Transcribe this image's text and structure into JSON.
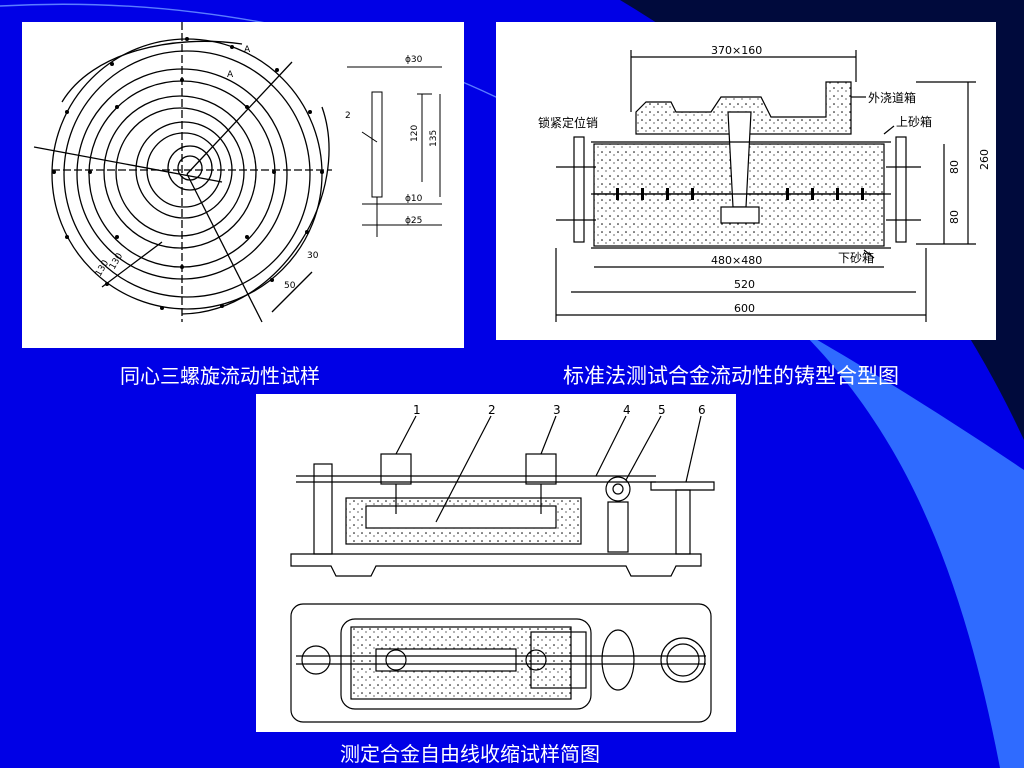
{
  "slide": {
    "background_color": "#0000e6",
    "accent_dark": "#000a3c",
    "accent_light": "#2f6bff"
  },
  "figure_spiral": {
    "caption": "同心三螺旋流动性试样",
    "labels": {
      "d30": "ϕ30",
      "part2": "2",
      "h120": "120",
      "h135": "135",
      "d10": "ϕ10",
      "d25": "ϕ25",
      "a50": "50",
      "b30": "30",
      "c130": "130",
      "d130": "130",
      "markA1": "A",
      "markA2": "A"
    }
  },
  "figure_mold": {
    "caption": "标准法测试合金流动性的铸型合型图",
    "labels": {
      "top_dim": "370×160",
      "outer_runner_box": "外浇道箱",
      "upper_flask": "上砂箱",
      "locking_pin": "锁紧定位销",
      "lower_flask": "下砂箱",
      "dim_480": "480×480",
      "dim_520": "520",
      "dim_600": "600",
      "dim_260": "260",
      "dim_80a": "80",
      "dim_80b": "80"
    }
  },
  "figure_shrink": {
    "caption": "测定合金自由线收缩试样简图",
    "parts": [
      "1",
      "2",
      "3",
      "4",
      "5",
      "6"
    ]
  }
}
